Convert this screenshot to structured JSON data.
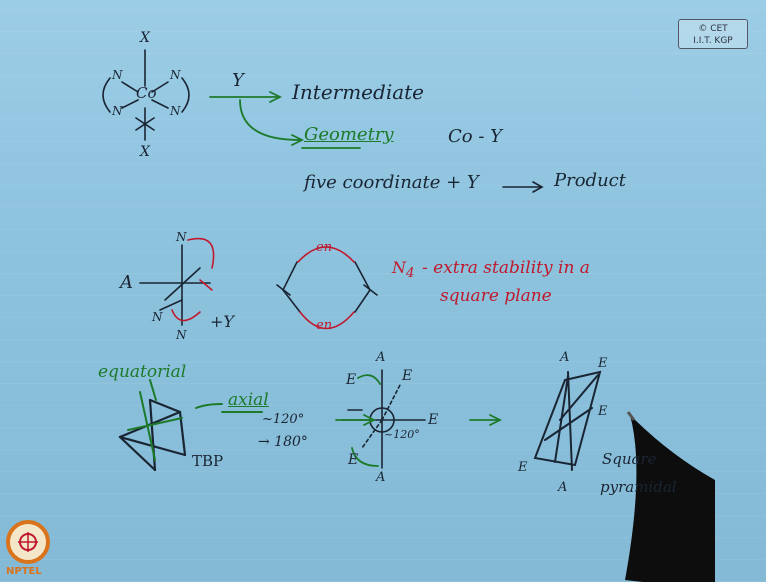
{
  "badge": {
    "line1": "© CET",
    "line2": "I.I.T. KGP"
  },
  "row1": {
    "ligand_x_top": "X",
    "ligand_x_bottom": "X",
    "metal": "Co",
    "n1": "N",
    "n2": "N",
    "n3": "N",
    "n4": "N",
    "reagent": "Y",
    "intermediate": "Intermediate",
    "geometry": "Geometry",
    "co_y": "Co - Y",
    "five_coord": "five coordinate + Y",
    "arrow": "⟶",
    "product": "Product"
  },
  "row2": {
    "a": "A",
    "plus_y": "+Y",
    "n_top": "N",
    "n_bottom": "N",
    "n_left": "N",
    "en_top": "en",
    "en_bottom": "en",
    "n4_label": "N",
    "n4_sub": "4",
    "note1": "- extra stability in a",
    "note2": "square plane"
  },
  "row3": {
    "equatorial": "equatorial",
    "axial": "axial",
    "angle1": "~120°",
    "angle2": "→ 180°",
    "tbp": "TBP",
    "a_top": "A",
    "a_bottom": "A",
    "e1": "E",
    "e2": "E",
    "e3": "E",
    "e4": "E",
    "angle3": "~120°",
    "sp_a_top": "A",
    "sp_a_bottom": "A",
    "sp_e1": "E",
    "sp_e2": "E",
    "sp_e3": "E",
    "square": "Square",
    "pyramidal": "pyramidal"
  },
  "logo": {
    "text": "NPTEL"
  },
  "colors": {
    "board": "#8fc3de",
    "ink_dark": "#1a2533",
    "ink_green": "#1d7a2a",
    "ink_red": "#c0182c",
    "logo_orange": "#d9731c"
  }
}
